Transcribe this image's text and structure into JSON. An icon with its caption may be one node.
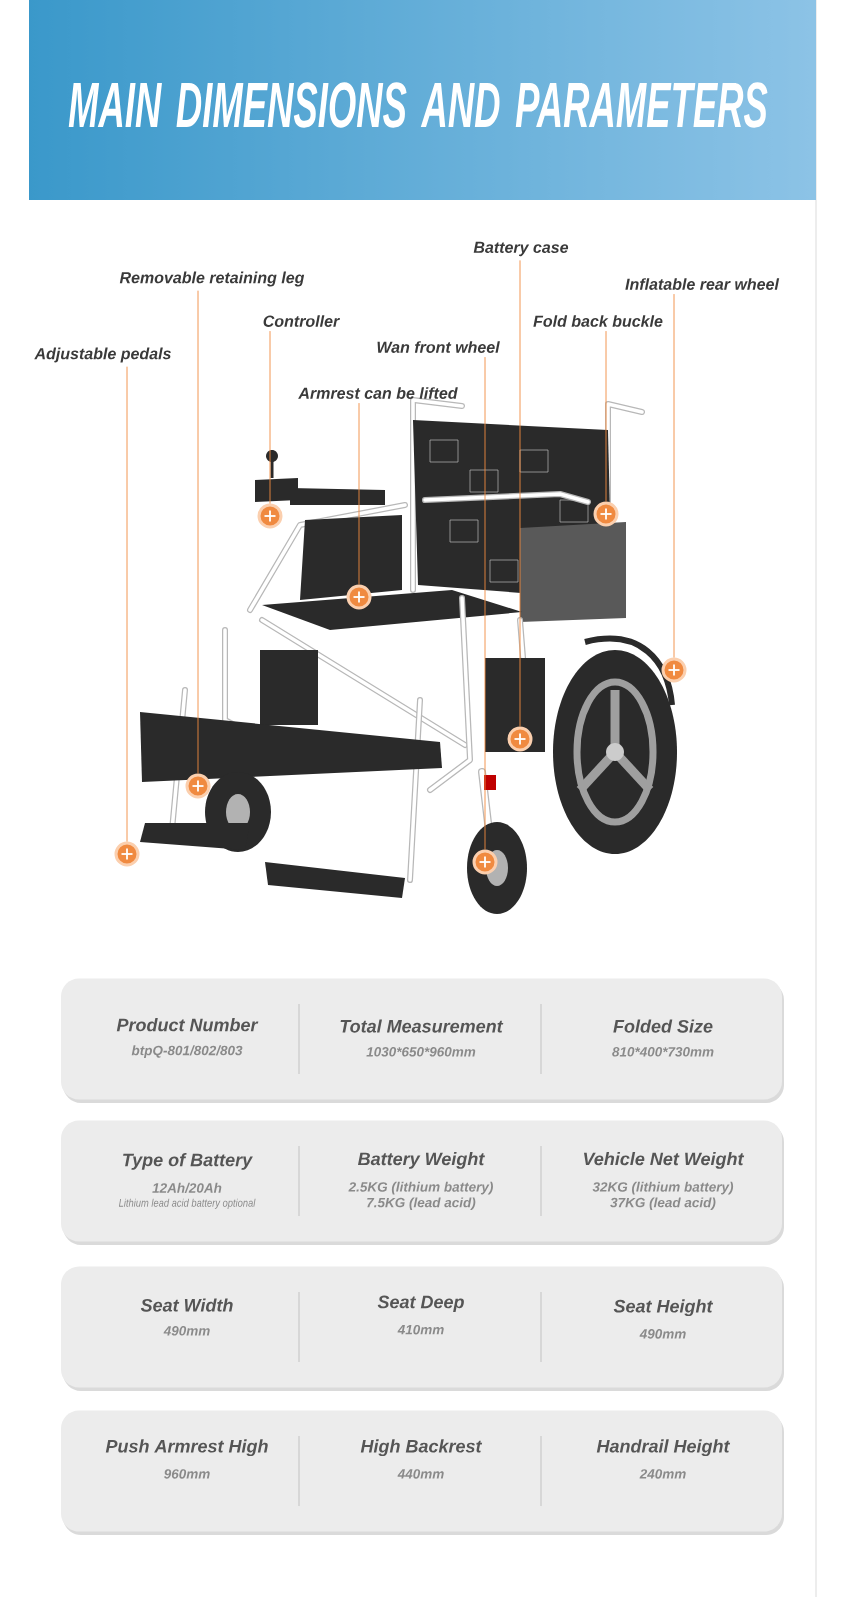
{
  "diagram": {
    "title": "MAIN DIMENSIONS AND PARAMETERS",
    "nodes": [
      {
        "text": [
          "Battery case"
        ]
      },
      {
        "text": [
          "Removable retaining leg"
        ]
      },
      {
        "text": [
          "Inflatable rear wheel"
        ]
      },
      {
        "text": [
          "Controller"
        ]
      },
      {
        "text": [
          "Fold back buckle"
        ]
      },
      {
        "text": [
          "Wan front wheel"
        ]
      },
      {
        "text": [
          "Adjustable pedals"
        ]
      },
      {
        "text": [
          "Armrest can be lifted"
        ]
      },
      {
        "text": [],
        "shape": "circle"
      },
      {
        "text": [],
        "shape": "circle"
      },
      {
        "text": [],
        "shape": "circle"
      },
      {
        "text": [],
        "shape": "circle"
      },
      {
        "text": [],
        "shape": "circle"
      },
      {
        "text": [],
        "shape": "circle"
      },
      {
        "text": [],
        "shape": "circle"
      },
      {
        "text": [],
        "shape": "circle"
      },
      {
        "text": [],
        "shape": "box"
      },
      {
        "text": [
          "Product Number",
          "btpQ-801/802/803"
        ],
        "in": 16
      },
      {
        "text": [
          "Total Measurement",
          "1030*650*960mm"
        ],
        "in": 16
      },
      {
        "text": [
          "Folded Size",
          "810*400*730mm"
        ],
        "in": 16
      },
      {
        "text": [],
        "shape": "box"
      },
      {
        "text": [
          "Type of Battery",
          "12Ah/20Ah",
          "Lithium lead acid battery optional"
        ],
        "in": 20
      },
      {
        "text": [
          "Battery Weight",
          "2.5KG (lithium battery)",
          "7.5KG (lead acid)"
        ],
        "in": 20
      },
      {
        "text": [
          "Vehicle Net Weight",
          "32KG (lithium battery)",
          "37KG (lead acid)"
        ],
        "in": 20
      },
      {
        "text": [],
        "shape": "box"
      },
      {
        "text": [
          "Seat Width",
          "490mm"
        ],
        "in": 24
      },
      {
        "text": [
          "Seat Deep",
          "410mm"
        ],
        "in": 24
      },
      {
        "text": [
          "Seat Height",
          "490mm"
        ],
        "in": 24
      },
      {
        "text": [],
        "shape": "box"
      },
      {
        "text": [
          "Push Armrest High",
          "960mm"
        ],
        "in": 28
      },
      {
        "text": [
          "High Backrest",
          "440mm"
        ],
        "in": 28
      },
      {
        "text": [
          "Handrail Height",
          "240mm"
        ],
        "in": 28
      }
    ],
    "edges": [
      {
        "from": 0,
        "to": 13,
        "arrow": "none"
      },
      {
        "from": 1,
        "to": 9,
        "arrow": "none"
      },
      {
        "from": 2,
        "to": 15,
        "arrow": "none"
      },
      {
        "from": 3,
        "to": 10,
        "arrow": "none"
      },
      {
        "from": 4,
        "to": 14,
        "arrow": "none"
      },
      {
        "from": 5,
        "to": 12,
        "arrow": "none"
      },
      {
        "from": 6,
        "to": 8,
        "arrow": "none"
      },
      {
        "from": 7,
        "to": 11,
        "arrow": "none"
      }
    ]
  }
}
